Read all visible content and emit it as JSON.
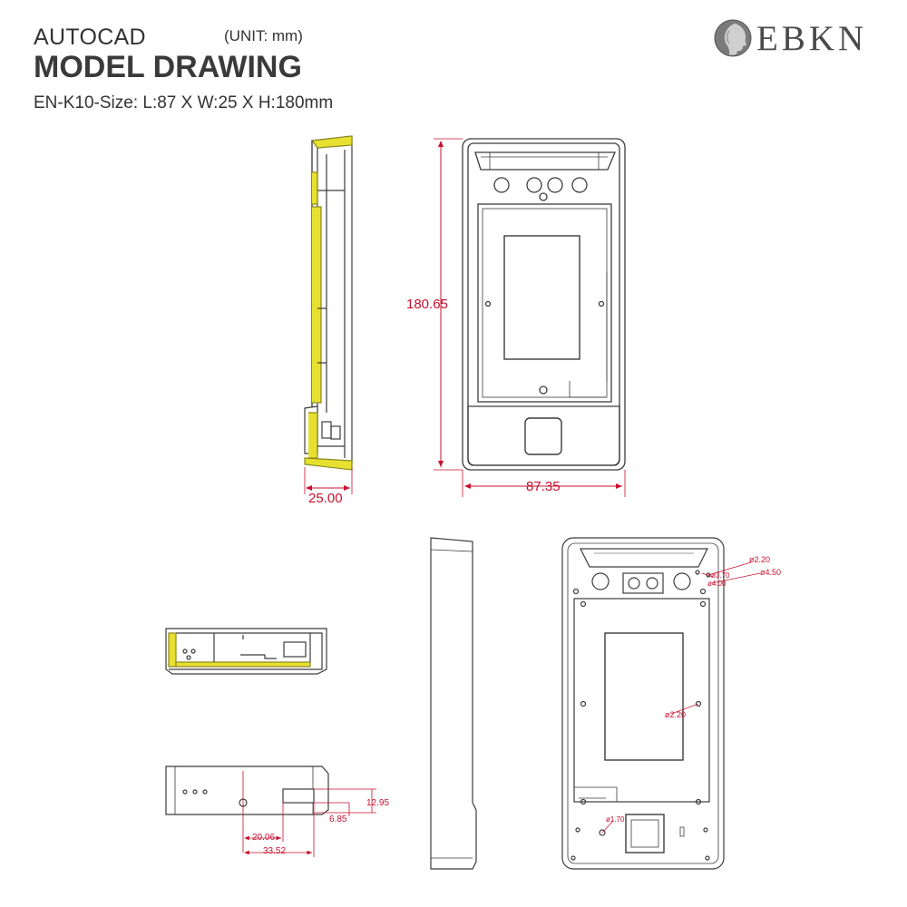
{
  "header": {
    "app_label": "AUTOCAD",
    "unit_label": "(UNIT: mm)",
    "title": "MODEL DRAWING",
    "size_label": "EN-K10-Size: L:87 X W:25 X H:180mm"
  },
  "logo": {
    "text": "EBKN",
    "icon": "head-profile-logo-icon"
  },
  "dimensions": {
    "height": "180.65",
    "width": "87.35",
    "depth": "25.00",
    "bottom_a": "20.06",
    "bottom_b": "33.52",
    "bottom_c": "6.85",
    "bottom_d": "12.95",
    "hole_1": "ø2.20",
    "hole_2": "ø4.50",
    "hole_3": "ø3.70",
    "hole_4": "ø4.00",
    "hole_5": "ø2.20",
    "hole_6": "ø1.70"
  },
  "colors": {
    "line": "#3c3c3c",
    "dimension": "#c8102e",
    "highlight": "#e8e030"
  }
}
